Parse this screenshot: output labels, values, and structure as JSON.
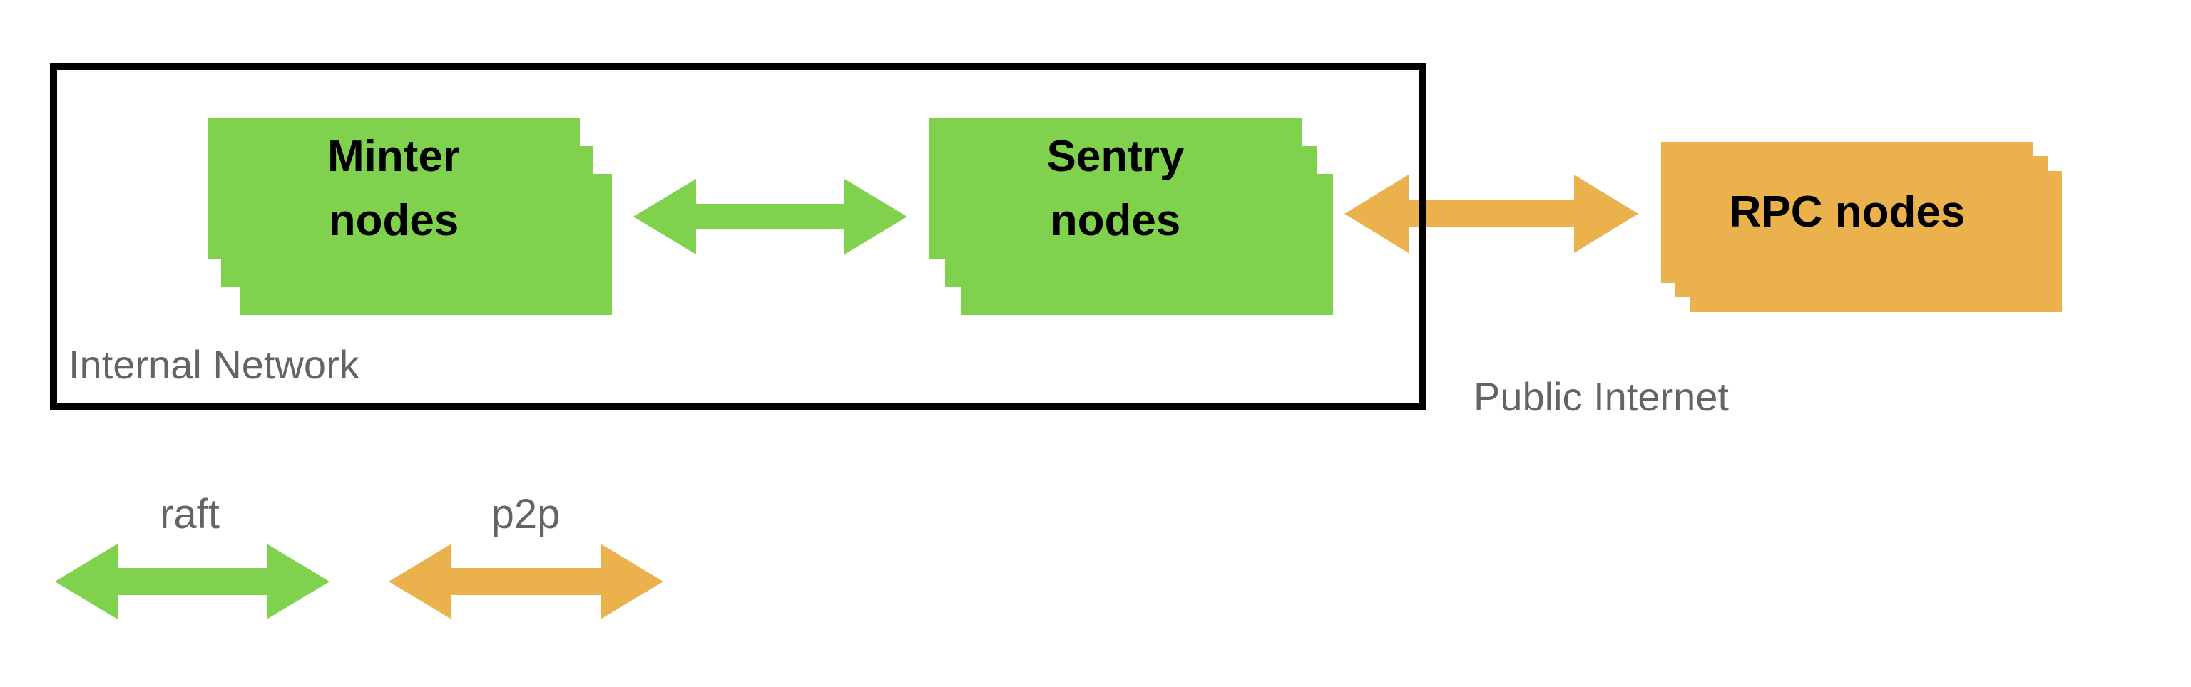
{
  "regions": {
    "internal_network": {
      "label": "Internal Network"
    },
    "public_internet": {
      "label": "Public Internet"
    }
  },
  "nodes": {
    "minter": {
      "line1": "Minter",
      "line2": "nodes",
      "color": "#80D14E"
    },
    "sentry": {
      "line1": "Sentry",
      "line2": "nodes",
      "color": "#80D14E"
    },
    "rpc": {
      "label": "RPC nodes",
      "color": "#EBB14D"
    }
  },
  "connections": {
    "raft": {
      "name": "raft",
      "style": "green-double-arrow",
      "color": "#80D14E"
    },
    "p2p": {
      "name": "p2p",
      "style": "orange-double-arrow",
      "color": "#EBB14D"
    }
  },
  "legend": {
    "raft_label": "raft",
    "p2p_label": "p2p"
  },
  "colors": {
    "raft_green": "#80D14E",
    "p2p_orange": "#EBB14D",
    "border_black": "#000000",
    "label_gray": "#646464"
  }
}
